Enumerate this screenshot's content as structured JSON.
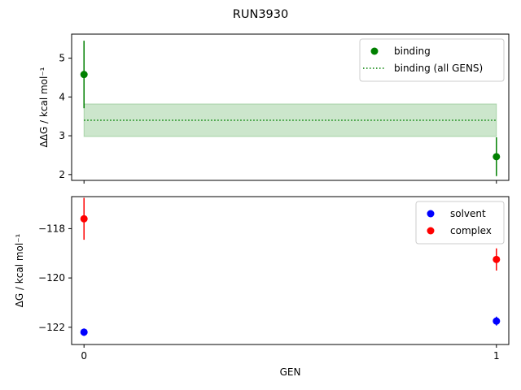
{
  "chart_data": {
    "title": "RUN3930",
    "xlabel": "GEN",
    "xticks": [
      0,
      1
    ],
    "xlim": [
      -0.03,
      1.03
    ],
    "panels": [
      {
        "name": "top",
        "type": "scatter",
        "ylabel": "ΔΔG / kcal mol⁻¹",
        "ylim": [
          1.85,
          5.62
        ],
        "yticks": [
          2,
          3,
          4,
          5
        ],
        "legend_position": "top-right",
        "series": [
          {
            "name": "binding",
            "color": "#008000",
            "marker": "circle",
            "x": [
              0,
              1
            ],
            "y": [
              4.58,
              2.46
            ],
            "err": [
              0.87,
              0.5
            ]
          }
        ],
        "reference_lines": [
          {
            "name": "binding (all GENS)",
            "color": "#008000",
            "style": "dotted",
            "x_range": [
              0,
              1
            ],
            "y": 3.4,
            "band": [
              2.98,
              3.82
            ],
            "band_color": "#008000",
            "band_alpha": 0.2
          }
        ]
      },
      {
        "name": "bottom",
        "type": "scatter",
        "ylabel": "ΔG / kcal mol⁻¹",
        "ylim": [
          -122.7,
          -116.7
        ],
        "yticks": [
          -122,
          -120,
          -118
        ],
        "legend_position": "top-right",
        "series": [
          {
            "name": "solvent",
            "color": "#0000ff",
            "marker": "circle",
            "x": [
              0,
              1
            ],
            "y": [
              -122.2,
              -121.75
            ],
            "err": [
              0.15,
              0.18
            ]
          },
          {
            "name": "complex",
            "color": "#ff0000",
            "marker": "circle",
            "x": [
              0,
              1
            ],
            "y": [
              -117.6,
              -119.25
            ],
            "err": [
              0.85,
              0.45
            ]
          }
        ]
      }
    ]
  }
}
